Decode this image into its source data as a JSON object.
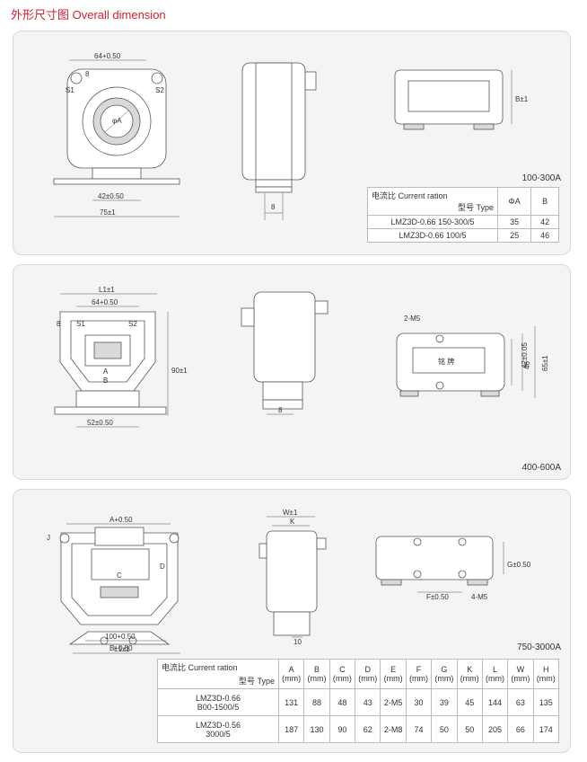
{
  "heading": "外形尺寸图 Overall dimension",
  "sections": [
    {
      "range": "100-300A",
      "labels": {
        "w64": "64+0.50",
        "s1": "S1",
        "s2": "S2",
        "eight": "8",
        "phi": "φA",
        "w42": "42±0.50",
        "w75": "75±1",
        "b1": "B±1",
        "d8": "8"
      },
      "table": {
        "header_top": "电流比 Current ration",
        "header_bottom": "型号 Type",
        "columns": [
          "ΦA",
          "B"
        ],
        "rows": [
          {
            "type": "LMZ3D-0.66 150-300/5",
            "values": [
              "35",
              "42"
            ]
          },
          {
            "type": "LMZ3D-0.66 100/5",
            "values": [
              "25",
              "46"
            ]
          }
        ]
      }
    },
    {
      "range": "400-600A",
      "labels": {
        "l1": "L1±1",
        "w64": "64+0.50",
        "s1": "S1",
        "s2": "S2",
        "eight": "8",
        "a": "A",
        "b": "B",
        "h90": "90±1",
        "w52": "52±0.50",
        "d8": "8",
        "m5": "2-M5",
        "plate": "铭  牌",
        "h42": "42±0.05",
        "h46": "46",
        "h65": "65±1"
      }
    },
    {
      "range": "750-3000A",
      "labels": {
        "a050": "A+0.50",
        "j": "J",
        "c": "C",
        "d": "D",
        "b8": "B+0.50",
        "w100": "100+0.50",
        "l1": "L1±1",
        "w1": "W±1",
        "k": "K",
        "d10": "10",
        "g050": "G±0.50",
        "f050": "F±0.50",
        "m5": "4-M5"
      },
      "table": {
        "header_top": "电流比 Current ration",
        "header_bottom": "型号 Type",
        "columns": [
          {
            "name": "A",
            "unit": "(mm)"
          },
          {
            "name": "B",
            "unit": "(mm)"
          },
          {
            "name": "C",
            "unit": "(mm)"
          },
          {
            "name": "D",
            "unit": "(mm)"
          },
          {
            "name": "E",
            "unit": "(mm)"
          },
          {
            "name": "F",
            "unit": "(mm)"
          },
          {
            "name": "G",
            "unit": "(mm)"
          },
          {
            "name": "K",
            "unit": "(mm)"
          },
          {
            "name": "L",
            "unit": "(mm)"
          },
          {
            "name": "W",
            "unit": "(mm)"
          },
          {
            "name": "H",
            "unit": "(mm)"
          }
        ],
        "rows": [
          {
            "type1": "LMZ3D-0.66",
            "type2": "B00-1500/5",
            "values": [
              "131",
              "88",
              "48",
              "43",
              "2-M5",
              "30",
              "39",
              "45",
              "144",
              "63",
              "135"
            ]
          },
          {
            "type1": "LMZ3D-0.56",
            "type2": "3000/5",
            "values": [
              "187",
              "130",
              "90",
              "62",
              "2-M8",
              "74",
              "50",
              "50",
              "205",
              "66",
              "174"
            ]
          }
        ]
      }
    }
  ]
}
